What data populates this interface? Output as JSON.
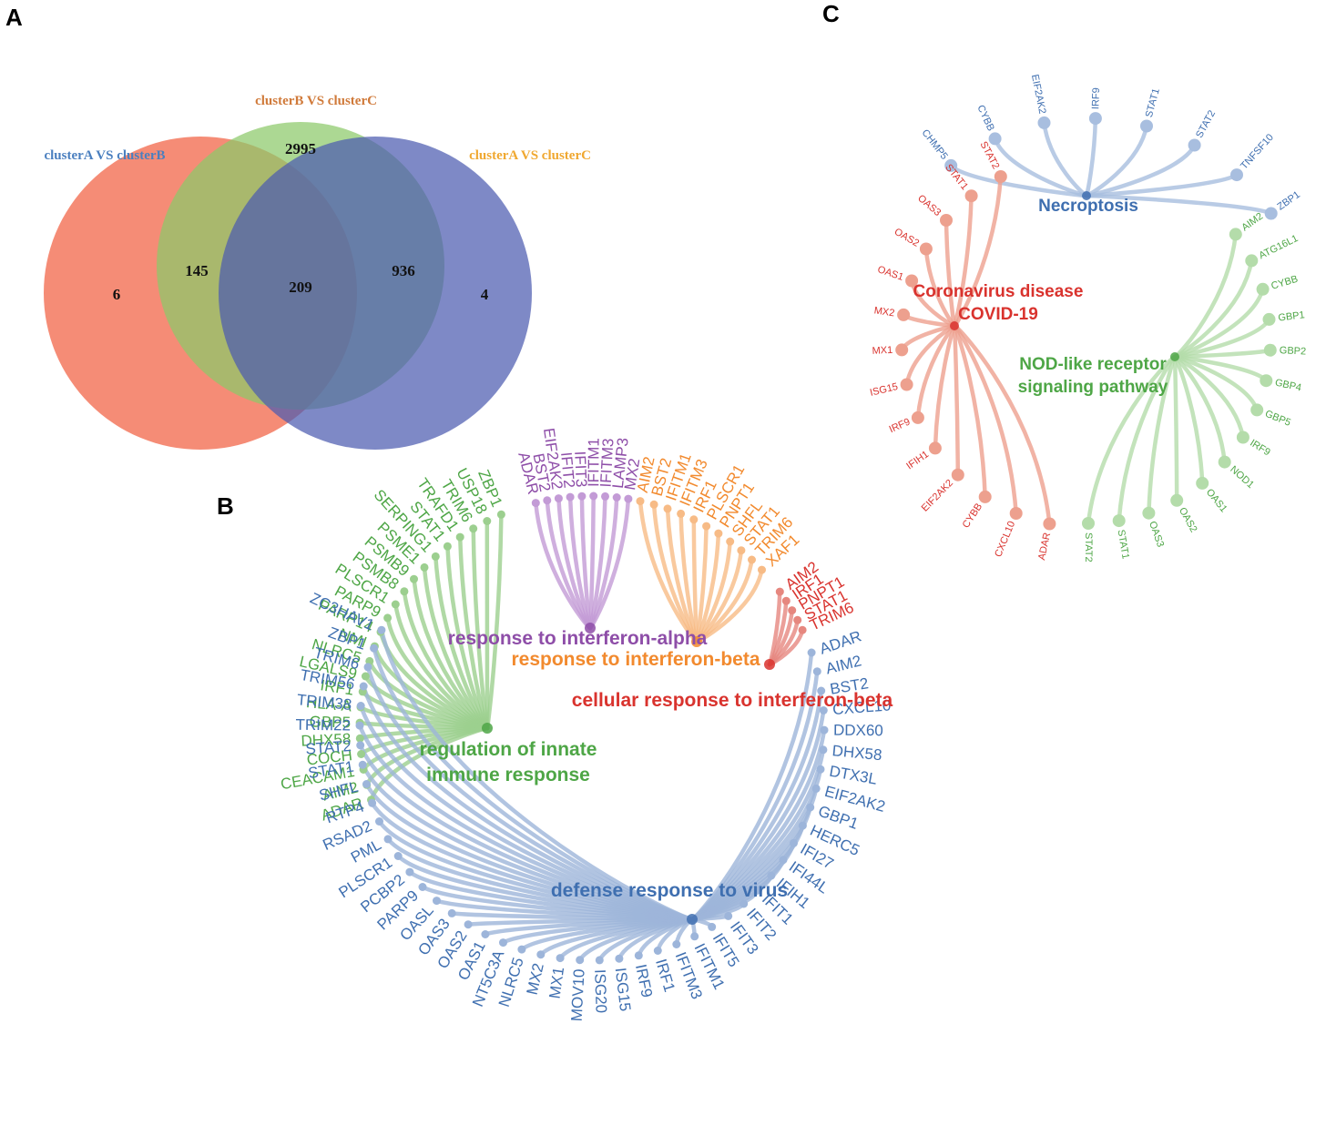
{
  "panels": {
    "a": "A",
    "b": "B",
    "c": "C"
  },
  "venn": {
    "sets": [
      {
        "id": "AB",
        "label": "clusterA VS clusterB",
        "color": "#f26b50",
        "label_color": "#4a7fbf"
      },
      {
        "id": "BC",
        "label": "clusterB VS clusterC",
        "color": "#8cc96a",
        "label_color": "#d07a3a"
      },
      {
        "id": "AC",
        "label": "clusterA VS clusterC",
        "color": "#4c5cb0",
        "label_color": "#f0a830"
      }
    ],
    "counts": {
      "AB_only": "6",
      "BC_only": "2995",
      "AC_only": "4",
      "AB_BC": "145",
      "BC_AC": "936",
      "all": "209"
    }
  },
  "network_b": {
    "terms": [
      {
        "id": "innate",
        "lines": [
          "regulation of innate",
          "immune response"
        ],
        "color": "#4ea646",
        "edge_color": "#9ccf8f",
        "genes": [
          "ZBP1",
          "USP18",
          "TRIM6",
          "TRAFD1",
          "STAT1",
          "SERPING1",
          "PSME1",
          "PSMB9",
          "PSMB8",
          "PLSCR1",
          "PARP9",
          "PARP14",
          "NMI",
          "NLRC5",
          "LGALS9",
          "IRF1",
          "HLA-A",
          "GBP5",
          "DHX58",
          "COCH",
          "CEACAM1",
          "AIM2",
          "ADAR"
        ]
      },
      {
        "id": "ifna",
        "lines": [
          "response to interferon-alpha"
        ],
        "color": "#8e4ea8",
        "edge_color": "#c39bd6",
        "genes": [
          "ADAR",
          "BST2",
          "EIF2AK2",
          "IFIT2",
          "IFIT3",
          "IFITM1",
          "IFITM3",
          "LAMP3",
          "MX2"
        ]
      },
      {
        "id": "ifnb",
        "lines": [
          "response to interferon-beta"
        ],
        "color": "#f28a2e",
        "edge_color": "#f7bb86",
        "genes": [
          "AIM2",
          "BST2",
          "IFITM1",
          "IFITM3",
          "IRF1",
          "PLSCR1",
          "PNPT1",
          "SHFL",
          "STAT1",
          "TRIM6",
          "XAF1"
        ]
      },
      {
        "id": "cellifnb",
        "lines": [
          "cellular response to interferon-beta"
        ],
        "color": "#d9332e",
        "edge_color": "#e6877f",
        "genes": [
          "AIM2",
          "IRF1",
          "PNPT1",
          "STAT1",
          "TRIM6"
        ]
      },
      {
        "id": "virus",
        "lines": [
          "defense response to virus"
        ],
        "color": "#3f6fb0",
        "edge_color": "#9db5da",
        "genes": [
          "ADAR",
          "AIM2",
          "BST2",
          "CXCL10",
          "DDX60",
          "DHX58",
          "DTX3L",
          "EIF2AK2",
          "GBP1",
          "HERC5",
          "IFI27",
          "IFI44L",
          "IFIH1",
          "IFIT1",
          "IFIT2",
          "IFIT3",
          "IFIT5",
          "IFITM1",
          "IFITM3",
          "IRF1",
          "IRF9",
          "ISG15",
          "ISG20",
          "MOV10",
          "MX1",
          "MX2",
          "NLRC5",
          "NT5C3A",
          "OAS1",
          "OAS2",
          "OAS3",
          "OASL",
          "PARP9",
          "PCBP2",
          "PLSCR1",
          "PML",
          "RSAD2",
          "RTP4",
          "SHFL",
          "STAT1",
          "STAT2",
          "TRIM22",
          "TRIM38",
          "TRIM56",
          "TRIM6",
          "ZBP1",
          "ZC3HAV1"
        ]
      }
    ]
  },
  "network_c": {
    "terms": [
      {
        "id": "necro",
        "lines": [
          "Necroptosis"
        ],
        "color": "#3f6fb0",
        "edge_color": "#a8bedf",
        "genes": [
          "CHMP5",
          "CYBB",
          "EIF2AK2",
          "IRF9",
          "STAT1",
          "STAT2",
          "TNFSF10",
          "ZBP1"
        ]
      },
      {
        "id": "covid",
        "lines": [
          "Coronavirus disease",
          "COVID-19"
        ],
        "color": "#d9332e",
        "edge_color": "#eda08e",
        "genes": [
          "STAT2",
          "STAT1",
          "OAS3",
          "OAS2",
          "OAS1",
          "MX2",
          "MX1",
          "ISG15",
          "IRF9",
          "IFIH1",
          "EIF2AK2",
          "CYBB",
          "CXCL10",
          "ADAR"
        ]
      },
      {
        "id": "nod",
        "lines": [
          "NOD-like receptor",
          "signaling pathway"
        ],
        "color": "#4ea646",
        "edge_color": "#b4dcaa",
        "genes": [
          "AIM2",
          "ATG16L1",
          "CYBB",
          "GBP1",
          "GBP2",
          "GBP4",
          "GBP5",
          "IRF9",
          "NOD1",
          "OAS1",
          "OAS2",
          "OAS3",
          "STAT1",
          "STAT2"
        ]
      }
    ]
  }
}
